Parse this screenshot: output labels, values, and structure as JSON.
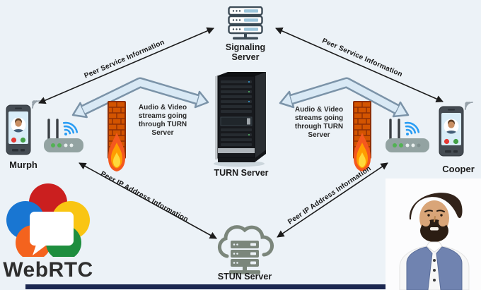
{
  "nodes": {
    "signaling_server": {
      "label": "Signaling Server"
    },
    "turn_server": {
      "label": "TURN Server"
    },
    "stun_server": {
      "label": "STUN Server"
    },
    "caller": {
      "label": "Murph"
    },
    "callee": {
      "label": "Cooper"
    }
  },
  "connections": {
    "peer_service_left": {
      "label": "Peer Service Information"
    },
    "peer_service_right": {
      "label": "Peer Service Information"
    },
    "peer_ip_left": {
      "label": "Peer IP Address Information"
    },
    "peer_ip_right": {
      "label": "Peer IP Address Information"
    },
    "media_stream_left": {
      "label": "Audio & Video streams going through TURN Server"
    },
    "media_stream_right": {
      "label": "Audio & Video streams going through TURN Server"
    }
  },
  "branding": {
    "logo_text": "WebRTC"
  },
  "icons": {
    "signaling-server-icon": "stacked rack servers outline",
    "turn-server-icon": "black server tower",
    "stun-server-icon": "cloud with server stack",
    "phone-icon": "smartphone showing call screen with avatar",
    "router-icon": "wifi router with antennas",
    "firewall-icon": "brick wall with flame",
    "wifi-signal-icon": "small radio waves",
    "webrtc-logo": "five colored circles with white speech bubble",
    "person-photo": "portrait of man in blue vest"
  },
  "colors": {
    "background": "#ecf2f7",
    "thin_arrow": "#1c1c1c",
    "block_arrow_fill": "#d9e9f5",
    "block_arrow_outline": "#7b93a8",
    "brick": "#d35400",
    "brick_mortar": "#8e2f06",
    "flame_outer": "#f4581e",
    "flame_mid": "#ff9d00",
    "flame_core": "#ffd93b",
    "router_body": "#93a3a2",
    "wifi_blue": "#2a9df4",
    "phone_screen": "#d9edf8",
    "call_red": "#e53935",
    "call_green": "#43a047",
    "server_outline": "#3b4a55",
    "server_bar": "#9dc6dc",
    "stun_gray": "#7b867b",
    "logo_red": "#cb1f1f",
    "logo_blue": "#1976d2",
    "logo_yellow": "#f9c513",
    "logo_orange": "#f4631e",
    "logo_green": "#1e8e3e",
    "bottom_bar": "#1b2750"
  }
}
